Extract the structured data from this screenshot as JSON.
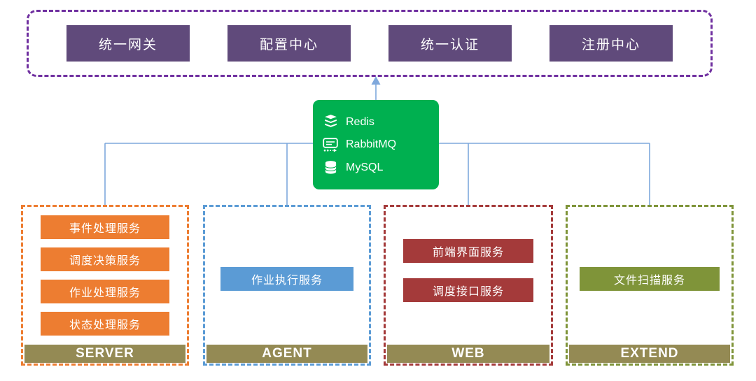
{
  "colors": {
    "purple_border": "#7030A0",
    "purple_box": "#604A7B",
    "middleware_green": "#00B050",
    "orange": "#ED7D31",
    "blue": "#5B9BD5",
    "dark_red": "#A43A3A",
    "olive_green": "#7F9439",
    "label_bar": "#948A54",
    "connector_line": "#7FA8DC"
  },
  "top_panel": {
    "boxes": [
      "统一网关",
      "配置中心",
      "统一认证",
      "注册中心"
    ]
  },
  "middleware": {
    "items": [
      "Redis",
      "RabbitMQ",
      "MySQL"
    ]
  },
  "groups": [
    {
      "label": "SERVER",
      "services": [
        "事件处理服务",
        "调度决策服务",
        "作业处理服务",
        "状态处理服务"
      ]
    },
    {
      "label": "AGENT",
      "services": [
        "作业执行服务"
      ]
    },
    {
      "label": "WEB",
      "services": [
        "前端界面服务",
        "调度接口服务"
      ]
    },
    {
      "label": "EXTEND",
      "services": [
        "文件扫描服务"
      ]
    }
  ]
}
